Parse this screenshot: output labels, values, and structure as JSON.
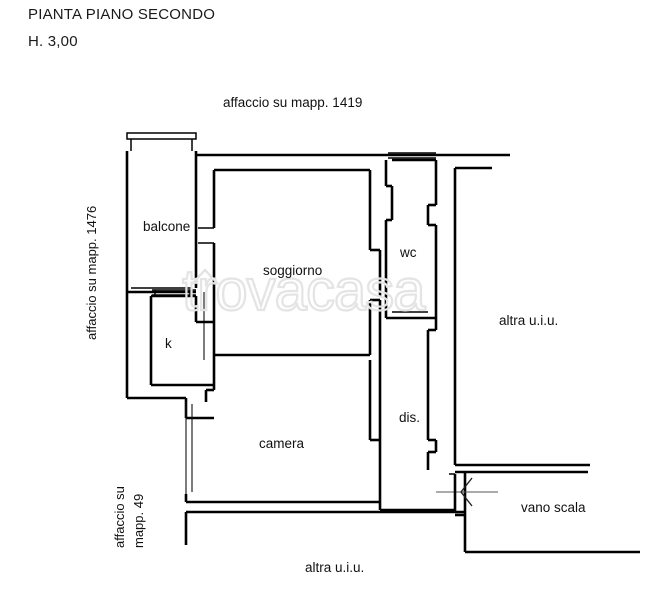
{
  "header": {
    "title": "PIANTA PIANO SECONDO",
    "height_note": "H. 3,00"
  },
  "edge_labels": {
    "top": "affaccio su mapp. 1419",
    "left": "affaccio su mapp. 1476",
    "bottom_left_line1": "affaccio su",
    "bottom_left_line2": "mapp. 49",
    "bottom": "altra u.i.u.",
    "right": "altra u.i.u."
  },
  "rooms": [
    {
      "key": "balcone",
      "label": "balcone"
    },
    {
      "key": "soggiorno",
      "label": "soggiorno"
    },
    {
      "key": "wc",
      "label": "wc"
    },
    {
      "key": "k",
      "label": "k"
    },
    {
      "key": "camera",
      "label": "camera"
    },
    {
      "key": "dis",
      "label": "dis."
    },
    {
      "key": "vano_scala",
      "label": "vano scala"
    }
  ],
  "watermark": {
    "text": "trovacasa",
    "color": "#e4e4e4"
  },
  "colors": {
    "ink": "#000000",
    "paper": "#ffffff",
    "watermark": "#e4e4e4"
  }
}
